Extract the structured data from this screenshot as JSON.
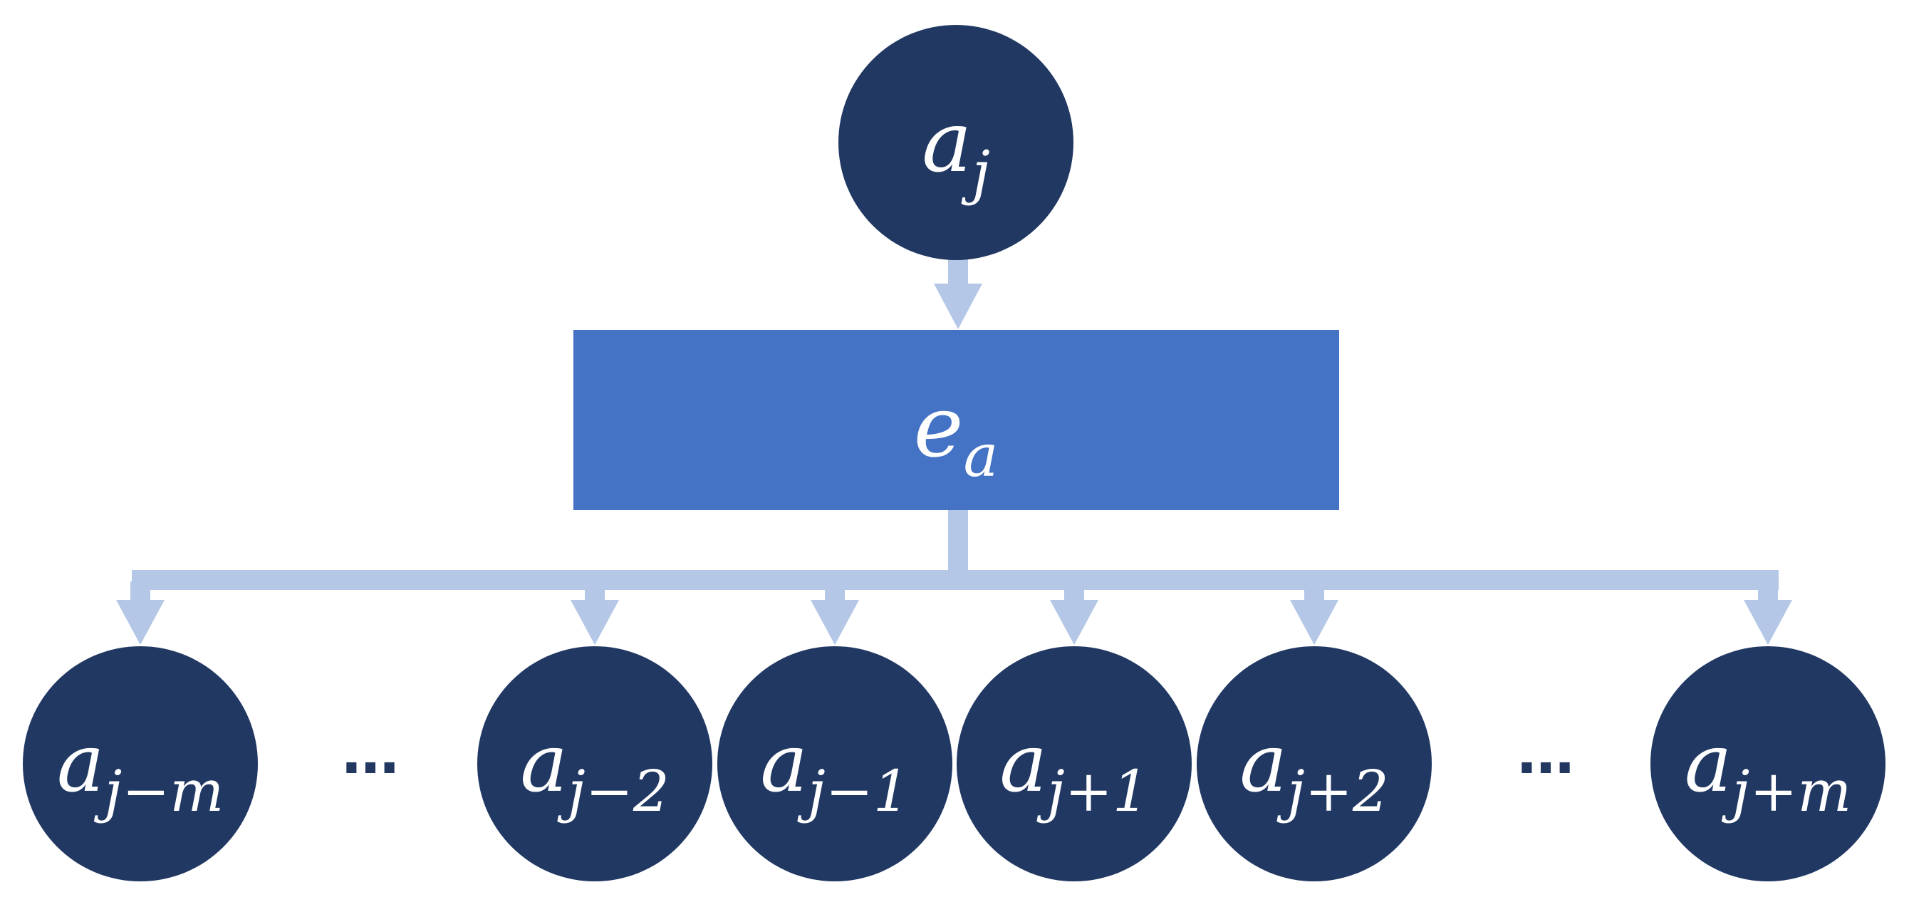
{
  "colors": {
    "node_fill": "#213862",
    "embed_fill": "#4472c4",
    "connector": "#b4c7e7",
    "text": "#ffffff",
    "ellipsis": "#21375f"
  },
  "top_node": {
    "base": "a",
    "sub": "j"
  },
  "embedding": {
    "base": "e",
    "sub": "a"
  },
  "context_nodes": [
    {
      "base": "a",
      "sub": "j−m"
    },
    {
      "base": "a",
      "sub": "j−2"
    },
    {
      "base": "a",
      "sub": "j−1"
    },
    {
      "base": "a",
      "sub": "j+1"
    },
    {
      "base": "a",
      "sub": "j+2"
    },
    {
      "base": "a",
      "sub": "j+m"
    }
  ],
  "ellipses": [
    "…",
    "…"
  ]
}
